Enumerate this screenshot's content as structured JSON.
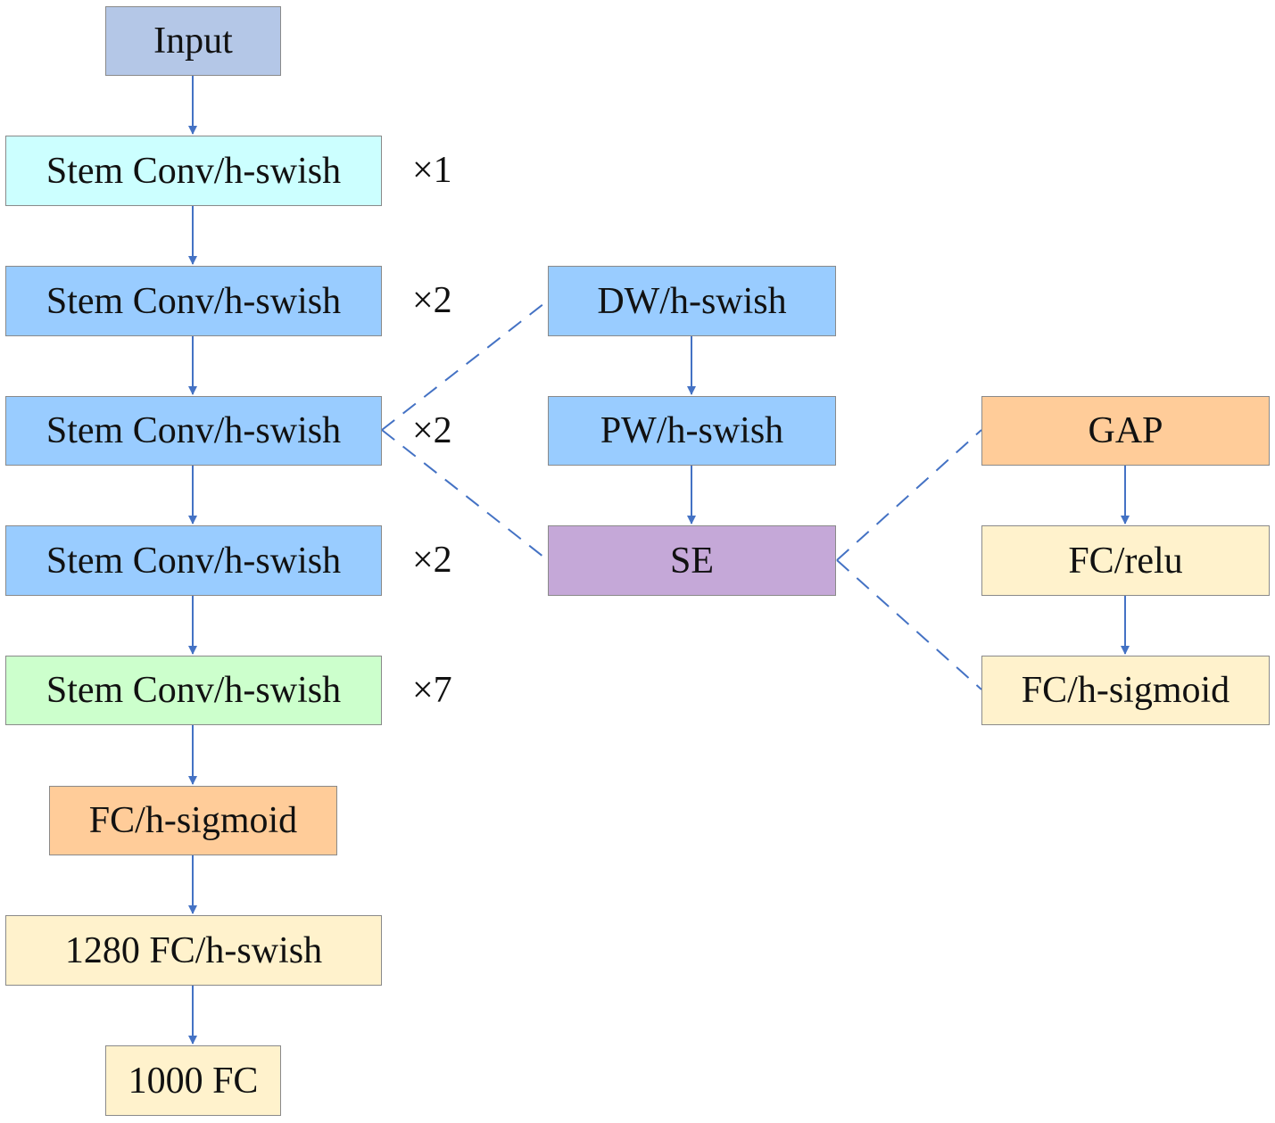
{
  "colors": {
    "arrow": "#4472c4",
    "dashed": "#4472c4",
    "input_fill": "#b4c7e7",
    "cyan_fill": "#ccffff",
    "blue_fill": "#99ccff",
    "green_fill": "#ccffcc",
    "orange_fill": "#ffcc99",
    "cream_fill": "#fff2cc",
    "purple_fill": "#c5a8d8"
  },
  "main_column": {
    "input": "Input",
    "stem_1": "Stem Conv/h-swish",
    "stem_2": "Stem Conv/h-swish",
    "stem_3": "Stem Conv/h-swish",
    "stem_4": "Stem Conv/h-swish",
    "stem_5": "Stem Conv/h-swish",
    "fc_hsigmoid": "FC/h-sigmoid",
    "fc_1280": "1280 FC/h-swish",
    "fc_1000": "1000 FC"
  },
  "multipliers": {
    "m1": "×1",
    "m2": "×2",
    "m3": "×2",
    "m4": "×2",
    "m5": "×7"
  },
  "block_column": {
    "dw": "DW/h-swish",
    "pw": "PW/h-swish",
    "se": "SE"
  },
  "se_column": {
    "gap": "GAP",
    "fc_relu": "FC/relu",
    "fc_hsigmoid": "FC/h-sigmoid"
  }
}
